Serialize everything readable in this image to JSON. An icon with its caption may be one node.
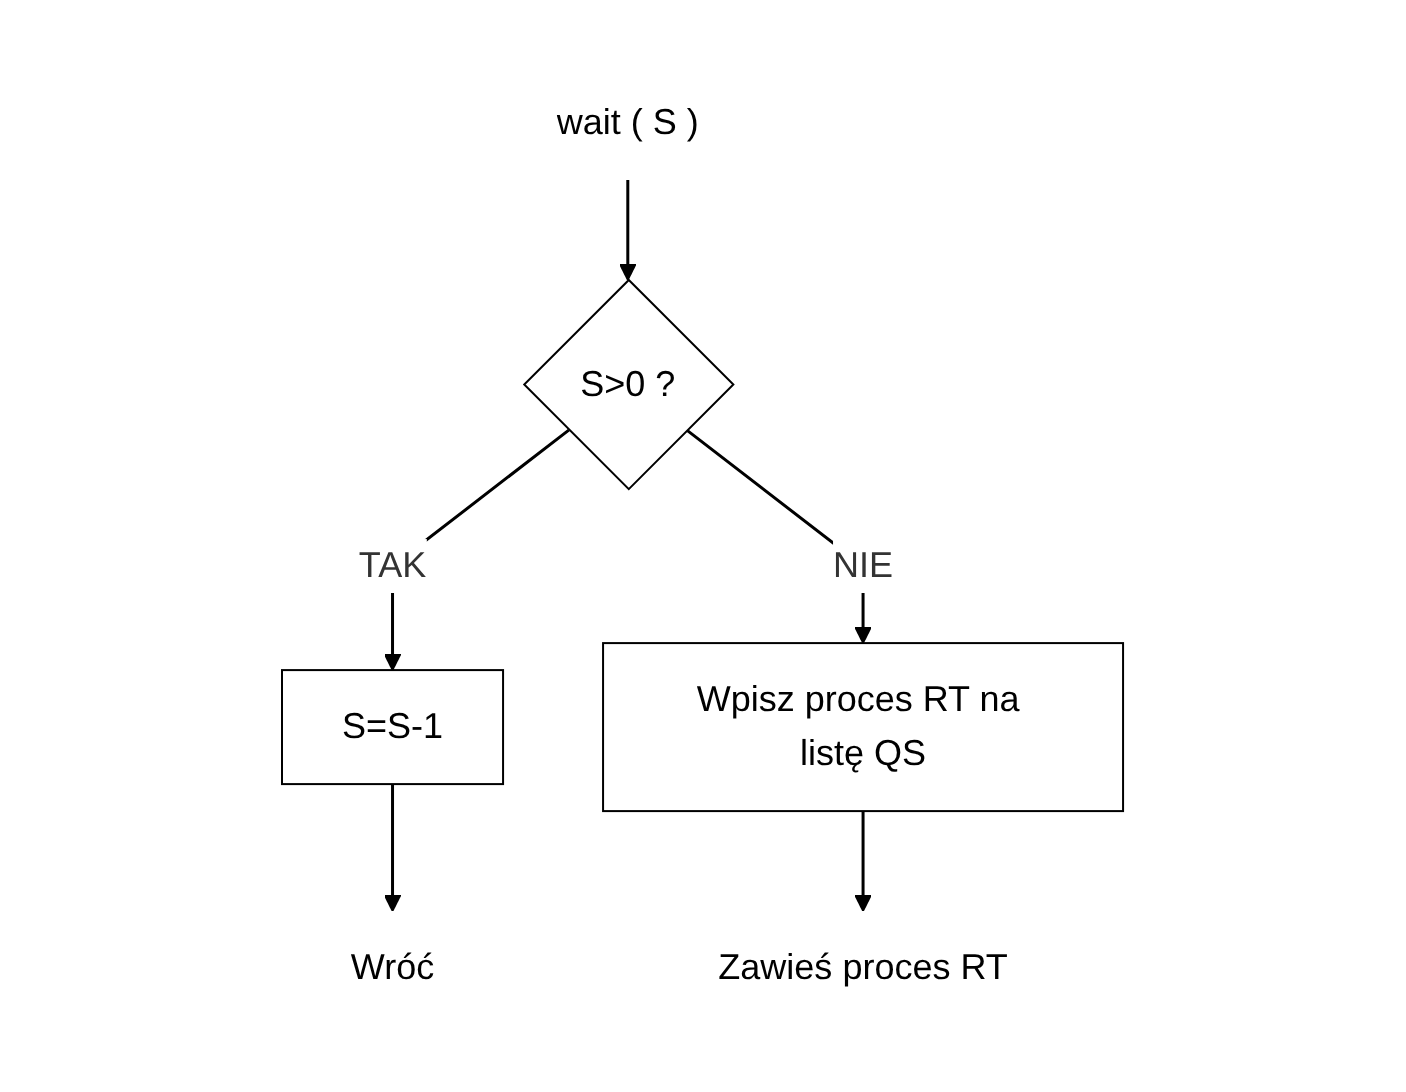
{
  "diagram": {
    "nodes": [
      {
        "text": [
          "wait ( S )"
        ]
      },
      {
        "text": [
          "S>0 ?"
        ]
      },
      {
        "text": [
          "S=S-1"
        ]
      },
      {
        "text": [
          "Wpisz proces RT na listę QS"
        ]
      },
      {
        "text": [
          "Wróć"
        ]
      },
      {
        "text": [
          "Zawieś proces RT"
        ]
      }
    ],
    "edges": [
      {
        "from": 0,
        "to": 1,
        "arrow": "to"
      },
      {
        "from": 1,
        "to": 2,
        "arrow": "to",
        "label": "TAK"
      },
      {
        "from": 1,
        "to": 3,
        "arrow": "to",
        "label": "NIE"
      },
      {
        "from": 2,
        "to": 4,
        "arrow": "to"
      },
      {
        "from": 3,
        "to": 5,
        "arrow": "to"
      }
    ]
  }
}
